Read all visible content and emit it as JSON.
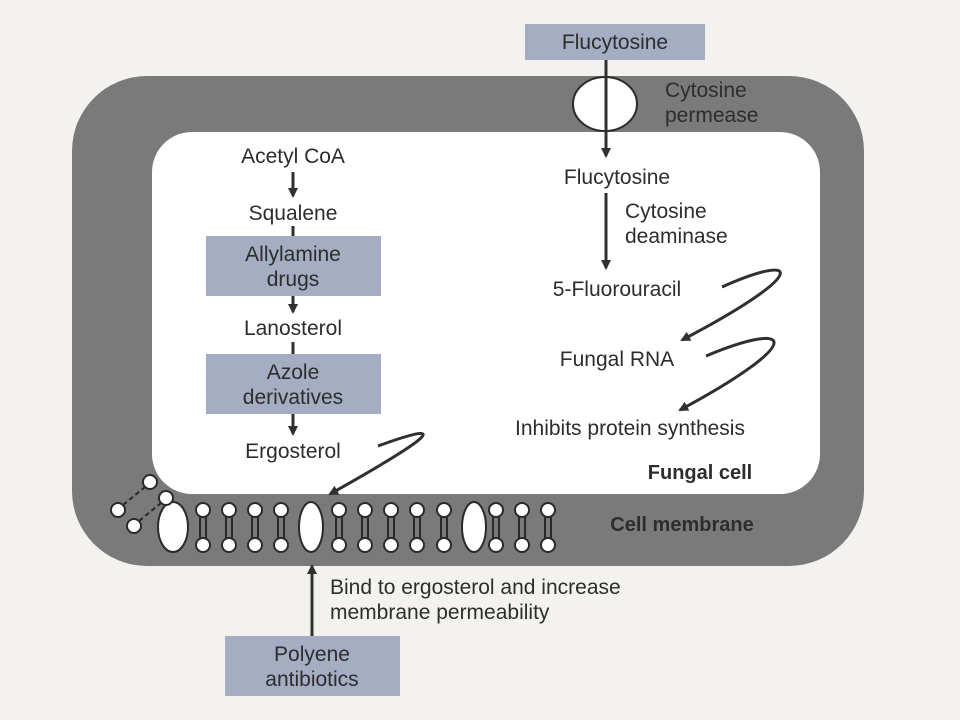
{
  "drugs": {
    "flucytosine": "Flucytosine",
    "allylamine": [
      "Allylamine",
      "drugs"
    ],
    "azole": [
      "Azole",
      "derivatives"
    ],
    "polyene": [
      "Polyene",
      "antibiotics"
    ]
  },
  "ergosterol_pathway": [
    "Acetyl CoA",
    "Squalene",
    "Lanosterol",
    "Ergosterol"
  ],
  "flucytosine_pathway": {
    "permease": [
      "Cytosine",
      "permease"
    ],
    "inside": "Flucytosine",
    "enzyme": [
      "Cytosine",
      "deaminase"
    ],
    "product": "5-Fluorouracil",
    "rna": "Fungal RNA",
    "effect": "Inhibits protein synthesis"
  },
  "labels": {
    "cell": "Fungal cell",
    "membrane": "Cell membrane",
    "polyene_action": [
      "Bind to ergosterol and increase",
      "membrane permeability"
    ]
  },
  "colors": {
    "cell_wall": "#7a7a7a",
    "cytoplasm": "#ffffff",
    "drug_box": "#a5adc3",
    "text": "#2d2d2d"
  }
}
